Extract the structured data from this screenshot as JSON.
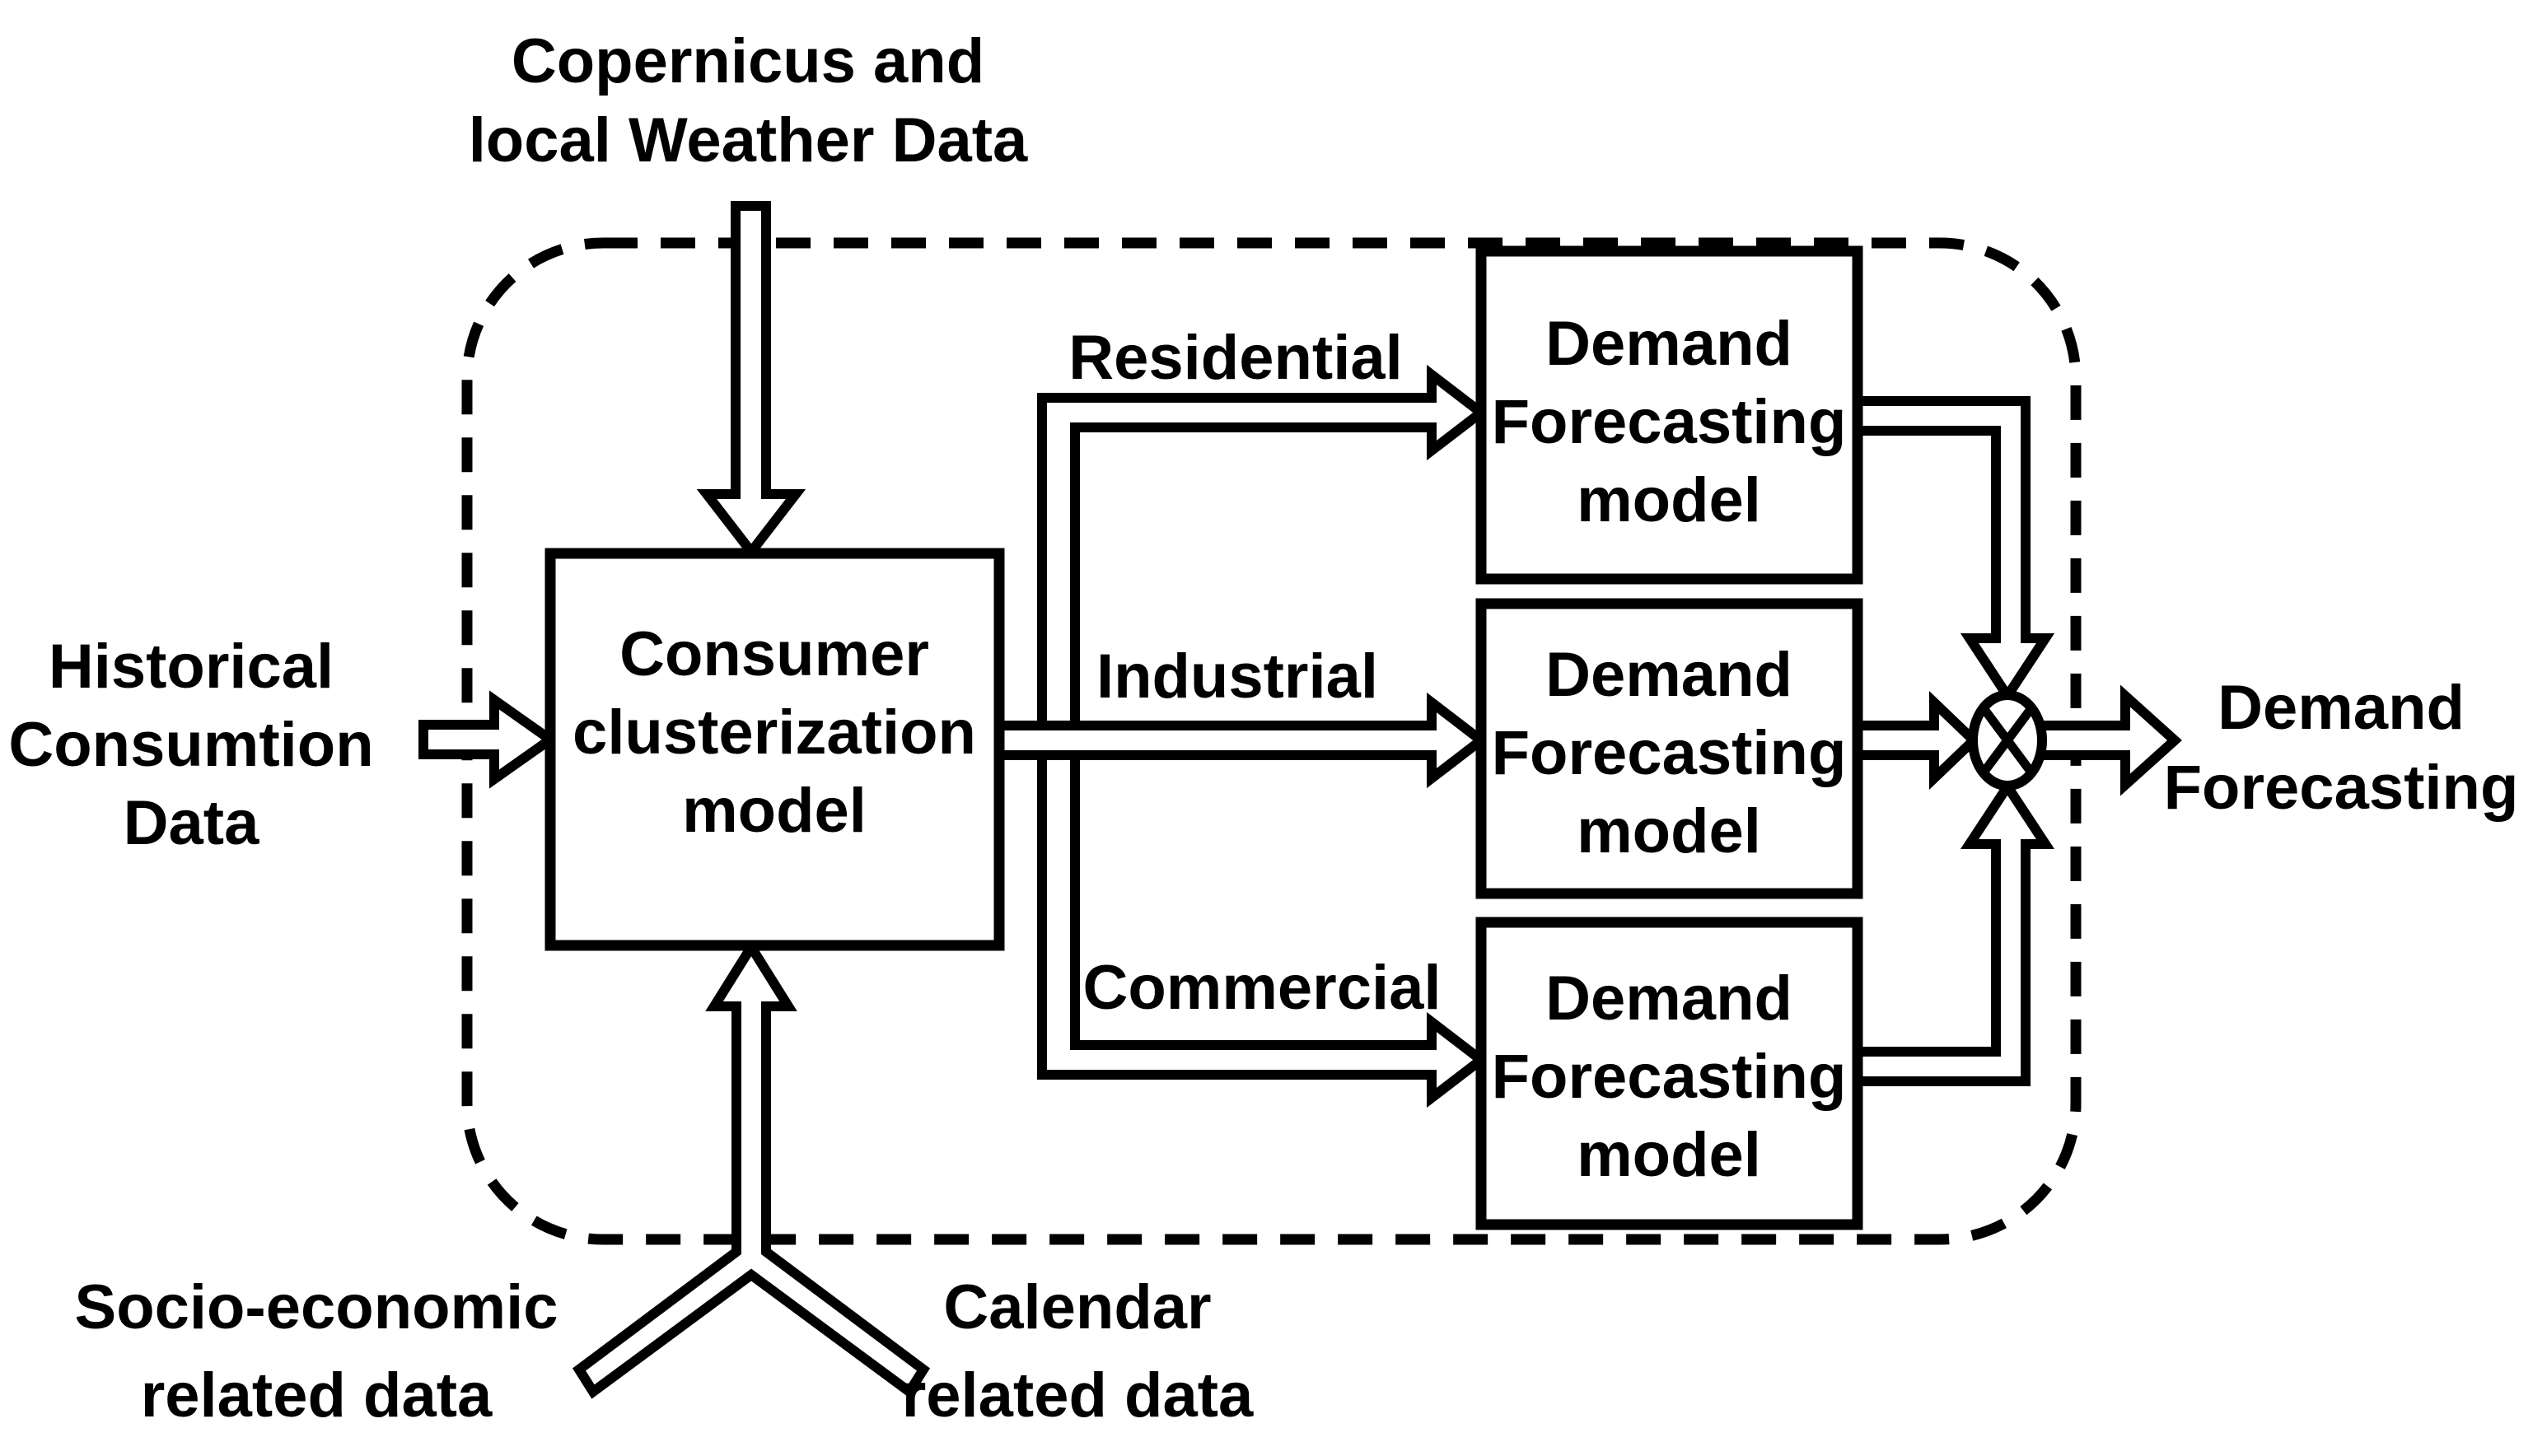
{
  "colors": {
    "ink": "#000000",
    "paper": "#ffffff"
  },
  "labels": {
    "weather": {
      "line1": "Copernicus and",
      "line2": "local Weather Data"
    },
    "historical": {
      "line1": "Historical",
      "line2": "Consumtion",
      "line3": "Data"
    },
    "clusterization": {
      "line1": "Consumer",
      "line2": "clusterization",
      "line3": "model"
    },
    "branches": {
      "residential": "Residential",
      "industrial": "Industrial",
      "commercial": "Commercial"
    },
    "forecasting_boxes": [
      {
        "line1": "Demand",
        "line2": "Forecasting",
        "line3": "model"
      },
      {
        "line1": "Demand",
        "line2": "Forecasting",
        "line3": "model"
      },
      {
        "line1": "Demand",
        "line2": "Forecasting",
        "line3": "model"
      }
    ],
    "output": {
      "line1": "Demand",
      "line2": "Forecasting"
    },
    "socio_economic": {
      "line1": "Socio-economic",
      "line2": "related data"
    },
    "calendar": {
      "line1": "Calendar",
      "line2": "related data"
    },
    "combiner_symbol": "multiply-circle"
  }
}
